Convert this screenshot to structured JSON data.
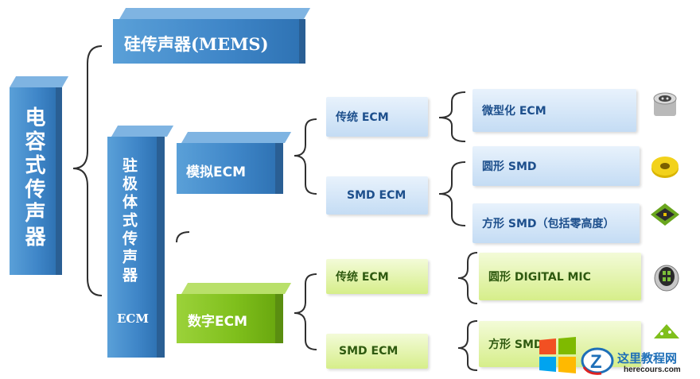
{
  "root": {
    "label": "电容式传声器"
  },
  "mems": {
    "label": "硅传声器(MEMS)"
  },
  "electret": {
    "label": "驻极体式传声器",
    "suffix": "ECM"
  },
  "analog": {
    "label": "模拟ECM"
  },
  "digital": {
    "label": "数字ECM"
  },
  "analog_children": [
    {
      "label": "传统 ECM"
    },
    {
      "label": "SMD ECM"
    }
  ],
  "digital_children": [
    {
      "label": "传统 ECM"
    },
    {
      "label": "SMD ECM"
    }
  ],
  "leaves": [
    {
      "label": "微型化 ECM"
    },
    {
      "label": "圆形 SMD"
    },
    {
      "label": "方形  SMD（包括零高度）"
    },
    {
      "label": "圆形 DIGITAL MIC"
    },
    {
      "label": "方形 SMD"
    }
  ],
  "watermark": {
    "site": "这里教程网",
    "url": "herecours.com"
  },
  "colors": {
    "blue_box": "#3f86c8",
    "green_box": "#7fbf1c",
    "line": "#2f2f2f"
  },
  "icons": [
    "capsule-mic-icon",
    "round-smd-mic-icon",
    "square-smd-mic-icon",
    "digital-mic-icon",
    "square-digital-mic-icon",
    "windows-logo-icon",
    "site-logo-icon"
  ]
}
